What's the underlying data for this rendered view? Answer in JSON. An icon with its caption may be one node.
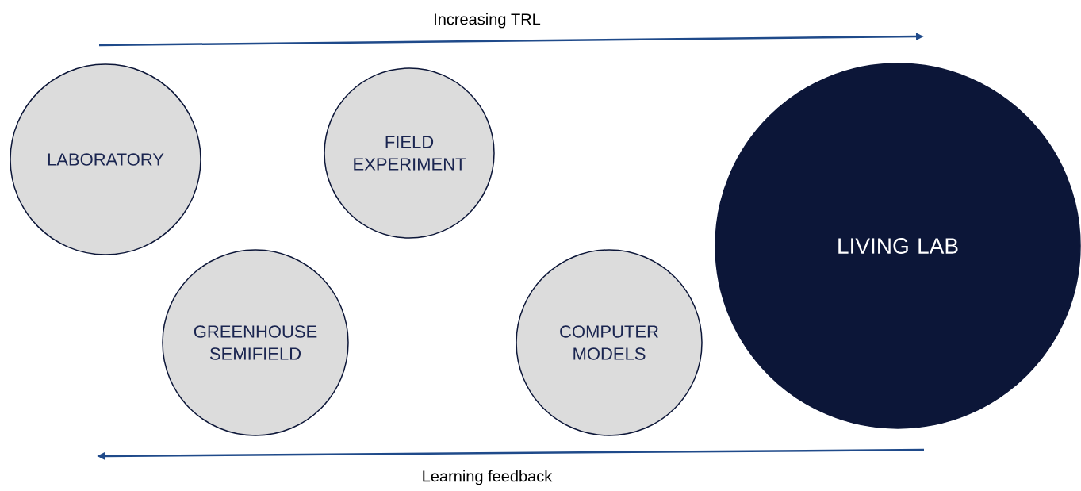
{
  "diagram": {
    "nodes": [
      {
        "text": [
          "LABORATORY"
        ]
      },
      {
        "text": [
          "FIELD EXPERIMENT"
        ]
      },
      {
        "text": [
          "GREENHOUSE SEMIFIELD"
        ]
      },
      {
        "text": [
          "COMPUTER MODELS"
        ]
      },
      {
        "text": [
          "LIVING LAB"
        ]
      }
    ],
    "labels": [
      "Increasing TRL",
      "Learning feedback"
    ]
  }
}
